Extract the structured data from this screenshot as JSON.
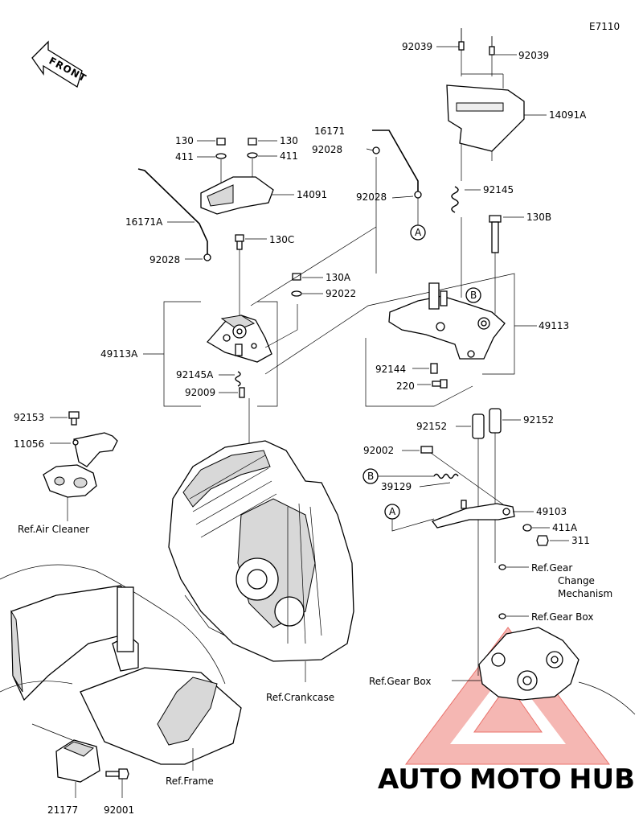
{
  "diagram_id": "E7110",
  "front_label": "FRONT",
  "labels": {
    "p92039a": "92039",
    "p92039b": "92039",
    "p14091A": "14091A",
    "p16171": "16171",
    "p92028a": "92028",
    "p92028b": "92028",
    "p92145": "92145",
    "p130a": "130",
    "p130b": "130",
    "p411a": "411",
    "p411b": "411",
    "p14091": "14091",
    "p16171A": "16171A",
    "p130C": "130C",
    "p130B": "130B",
    "p92028c": "92028",
    "p130A": "130A",
    "p92022": "92022",
    "p49113": "49113",
    "p49113A": "49113A",
    "p92145A": "92145A",
    "p92009": "92009",
    "p92144": "92144",
    "p220": "220",
    "p92152a": "92152",
    "p92152b": "92152",
    "p92153": "92153",
    "p11056": "11056",
    "p92002": "92002",
    "p39129": "39129",
    "p49103": "49103",
    "p411A": "411A",
    "p311": "311",
    "p21177": "21177",
    "p92001": "92001"
  },
  "refs": {
    "air_cleaner": "Ref.Air Cleaner",
    "gear_change_1": "Ref.Gear",
    "gear_change_2": "Change",
    "gear_change_3": "Mechanism",
    "gear_box_1": "Ref.Gear Box",
    "gear_box_2": "Ref.Gear Box",
    "crankcase": "Ref.Crankcase",
    "frame": "Ref.Frame"
  },
  "callouts": {
    "a1": "A",
    "a2": "A",
    "b1": "B",
    "b2": "B"
  },
  "watermark": {
    "auto": "AUTO",
    "moto": "MOTO",
    "hub": "HUB"
  },
  "colors": {
    "watermark_red": "#e9605a",
    "watermark_yellow": "#f6c46b",
    "watermark_gray": "#8f8f8f"
  }
}
